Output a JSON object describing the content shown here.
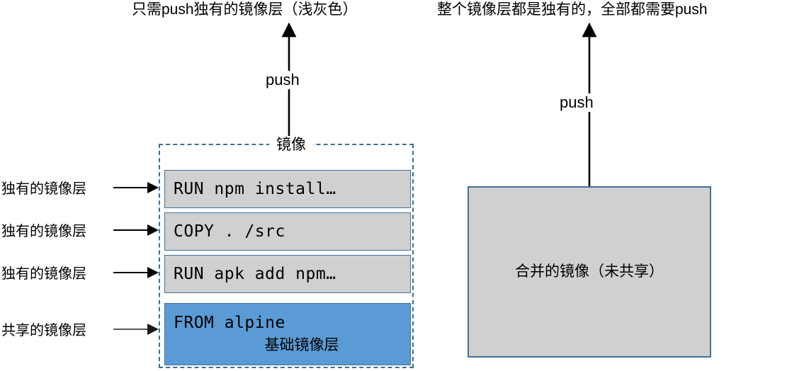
{
  "captions": {
    "left": "只需push独有的镜像层（浅灰色）",
    "right": "整个镜像层都是独有的，全部都需要push"
  },
  "arrows": {
    "push_left_label": "push",
    "push_right_label": "push",
    "arrow_color": "#000000",
    "shared_arrow_color": "#595959"
  },
  "left_diagram": {
    "container_title": "镜像",
    "container_border_color": "#3f6e96",
    "layers": [
      {
        "command": "RUN npm install…",
        "sublabel": "",
        "type": "unique",
        "color": "#d0d0d0"
      },
      {
        "command": "COPY . /src",
        "sublabel": "",
        "type": "unique",
        "color": "#d0d0d0"
      },
      {
        "command": "RUN apk add npm…",
        "sublabel": "",
        "type": "unique",
        "color": "#d0d0d0"
      },
      {
        "command": "FROM alpine",
        "sublabel": "基础镜像层",
        "type": "base",
        "color": "#5b9bd5"
      }
    ],
    "side_labels": [
      "独有的镜像层",
      "独有的镜像层",
      "独有的镜像层",
      "共享的镜像层"
    ]
  },
  "right_diagram": {
    "box_label": "合并的镜像（未共享）",
    "box_fill": "#d0d0d0",
    "box_border_color": "#41719c"
  }
}
